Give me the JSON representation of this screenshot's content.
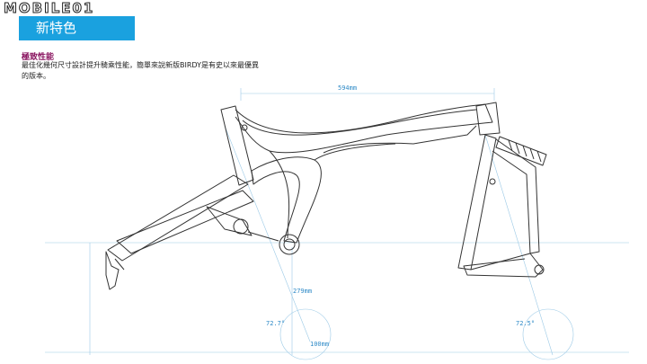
{
  "brand": {
    "logo_text": "MOBILE01"
  },
  "header": {
    "title": "新特色"
  },
  "section": {
    "heading": "極致性能",
    "description": "最佳化幾何尺寸設計提升騎乘性能，簡單來說新版BIRDY是有史以來最優異的版本。"
  },
  "dimensions": {
    "length": "594mm",
    "height": "279mm",
    "angle_left": "72.7°",
    "angle_right": "72.5°",
    "wheel": "100mm"
  },
  "colors": {
    "accent": "#1aa1df",
    "heading": "#8a1560",
    "dimension": "#2e8ac7"
  }
}
